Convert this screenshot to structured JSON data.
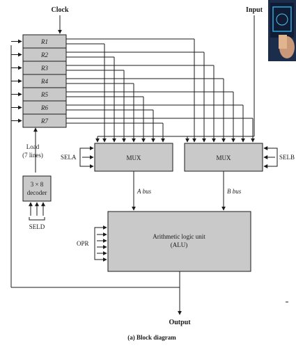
{
  "labels": {
    "clock": "Clock",
    "input": "Input",
    "registers": [
      "R1",
      "R2",
      "R3",
      "R4",
      "R5",
      "R6",
      "R7"
    ],
    "load_line1": "Load",
    "load_line2": "(7 lines)",
    "decoder_line1": "3 × 8",
    "decoder_line2": "decoder",
    "seld": "SELD",
    "sela": "SELA",
    "selb": "SELB",
    "mux_left": "MUX",
    "mux_right": "MUX",
    "a_bus": "A bus",
    "b_bus": "B bus",
    "opr": "OPR",
    "alu_line1": "Arithmetic logic unit",
    "alu_line2": "(ALU)",
    "output": "Output",
    "caption": "(a) Block diagram"
  },
  "colors": {
    "block_fill": "#c9c9c9",
    "line": "#1a1a1a",
    "webcam_bg": "#1b2d4a",
    "webcam_accent": "#2fa8e0"
  }
}
